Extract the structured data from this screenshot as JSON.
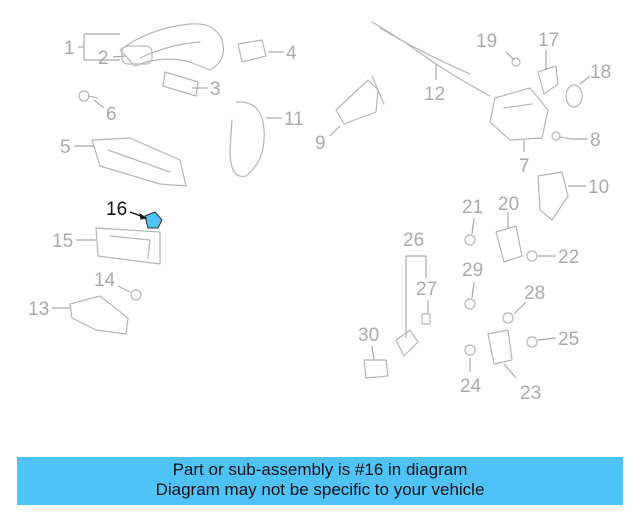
{
  "callouts": {
    "c1": "1",
    "c2": "2",
    "c3": "3",
    "c4": "4",
    "c5": "5",
    "c6": "6",
    "c7": "7",
    "c8": "8",
    "c9": "9",
    "c10": "10",
    "c11": "11",
    "c12": "12",
    "c13": "13",
    "c14": "14",
    "c15": "15",
    "c16": "16",
    "c17": "17",
    "c18": "18",
    "c19": "19",
    "c20": "20",
    "c21": "21",
    "c22": "22",
    "c23": "23",
    "c24": "24",
    "c25": "25",
    "c26": "26",
    "c27": "27",
    "c28": "28",
    "c29": "29",
    "c30": "30"
  },
  "highlighted_part": "16",
  "colors": {
    "highlight_part": "#4fc3f7",
    "banner": "#4fc3f7",
    "callout_gray": "#a9a9a9"
  },
  "banner": {
    "line1": "Part or sub-assembly is #16 in diagram",
    "line2": "Diagram may not be specific to your vehicle"
  }
}
